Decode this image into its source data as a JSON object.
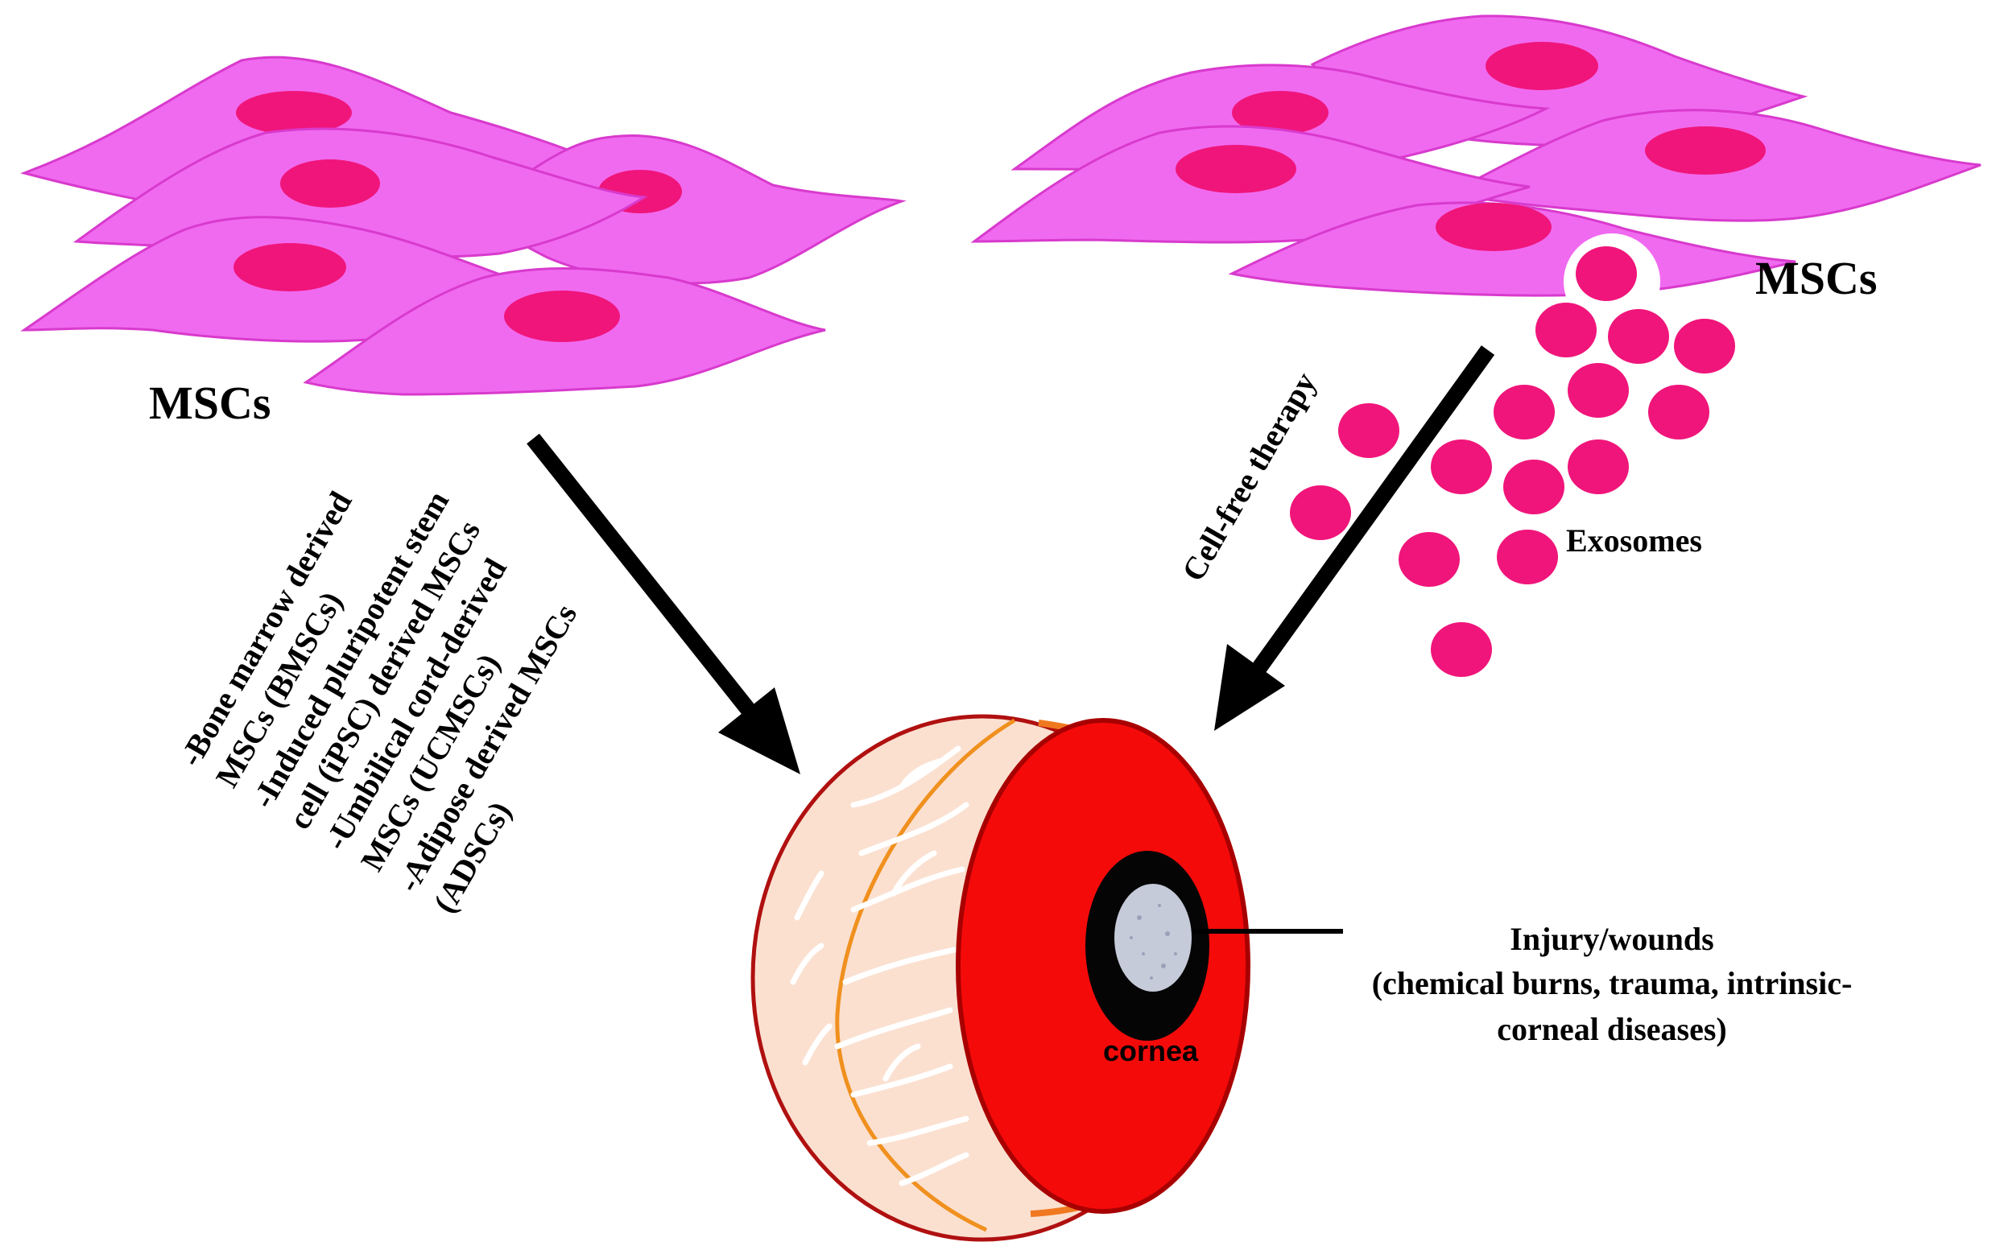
{
  "labels": {
    "msc_left": "MSCs",
    "msc_right": "MSCs",
    "cell_free_therapy": "Cell-free therapy",
    "exosomes": "Exosomes",
    "cornea": "cornea"
  },
  "msc_sources": [
    "-Bone marrow  derived",
    "MSCs (BMSCs)",
    "-Induced pluripotent stem",
    "cell (iPSC) derived MSCs",
    "-Umbilical cord-derived",
    "MSCs (UCMSCs)",
    "-Adipose derived MSCs",
    "(ADSCs)"
  ],
  "injury": [
    "Injury/wounds",
    "(chemical burns, trauma, intrinsic-",
    "corneal  diseases)"
  ],
  "colors": {
    "cell_body": "#f06af0",
    "cell_outline": "#d83acd",
    "nucleus": "#f0157a",
    "exosome": "#f0157a",
    "eye_red": "#f50a0a",
    "eye_outline": "#a80000",
    "sclera": "#fbe0d0",
    "pupil": "#050505",
    "injury_spot": "#c6cbda",
    "arrow": "#000000"
  }
}
